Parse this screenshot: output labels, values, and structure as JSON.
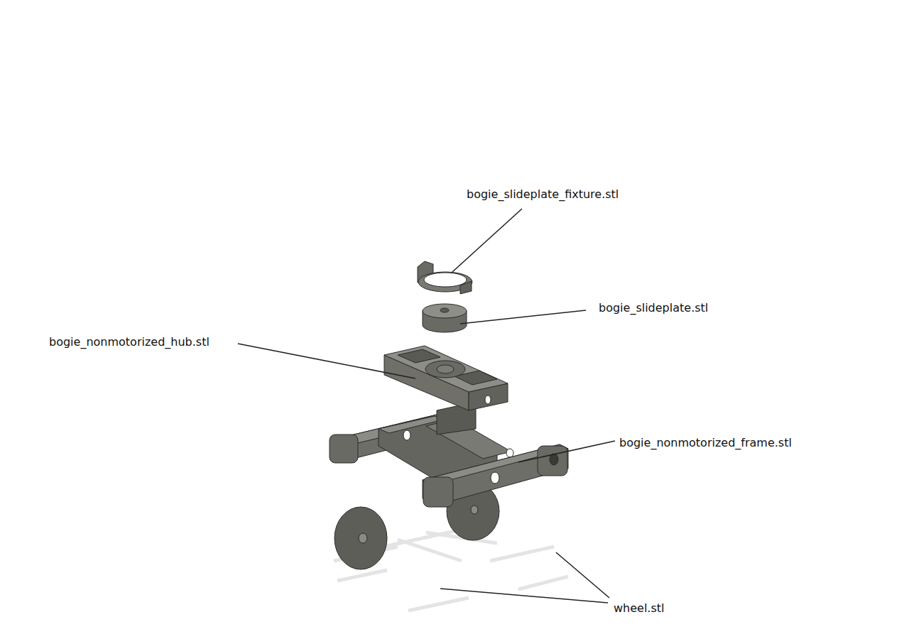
{
  "diagram": {
    "labels": [
      "bogie_slideplate_fixture.stl",
      "bogie_slideplate.stl",
      "bogie_nonmotorized_hub.stl",
      "bogie_nonmotorized_frame.stl",
      "wheel.stl"
    ]
  }
}
